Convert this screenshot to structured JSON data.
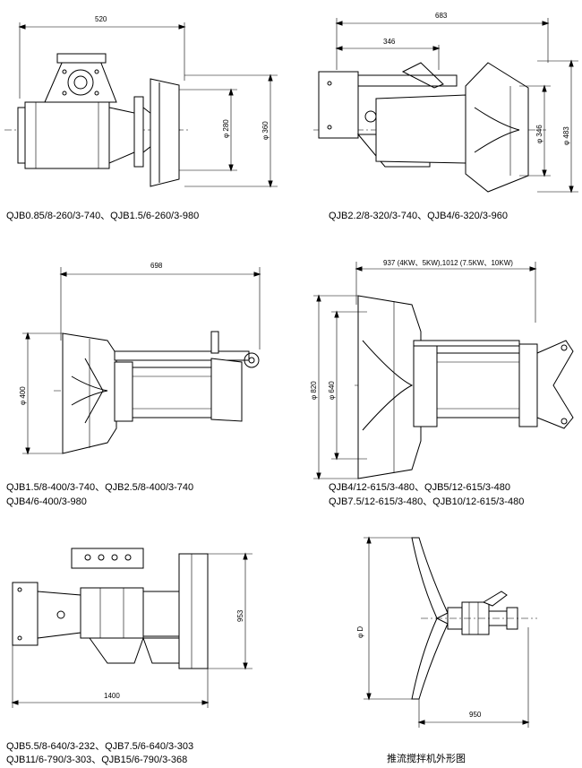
{
  "figures": [
    {
      "caption": "QJB0.85/8-260/3-740、QJB1.5/6-260/3-980",
      "dims": {
        "width": "520",
        "d1": "φ 280",
        "d2": "φ 360"
      }
    },
    {
      "caption": "QJB2.2/8-320/3-740、QJB4/6-320/3-960",
      "dims": {
        "width": "683",
        "inner": "346",
        "d1": "φ 346",
        "d2": "φ 483"
      }
    },
    {
      "caption_line1": "QJB1.5/8-400/3-740、QJB2.5/8-400/3-740",
      "caption_line2": "QJB4/6-400/3-980",
      "dims": {
        "width": "698",
        "d1": "φ 400"
      }
    },
    {
      "caption_line1": "QJB4/12-615/3-480、QJB5/12-615/3-480",
      "caption_line2": "QJB7.5/12-615/3-480、QJB10/12-615/3-480",
      "dims": {
        "width": "937 (4KW、5KW),1012 (7.5KW、10KW)",
        "d1": "φ 820",
        "d2": "φ 640"
      }
    },
    {
      "caption_line1": "QJB5.5/8-640/3-232、QJB7.5/6-640/3-303",
      "caption_line2": "QJB11/6-790/3-303、QJB15/6-790/3-368",
      "dims": {
        "width": "1400",
        "height": "953"
      }
    },
    {
      "caption": "推流搅拌机外形图",
      "dims": {
        "width": "950",
        "d1": "φ D"
      }
    }
  ]
}
